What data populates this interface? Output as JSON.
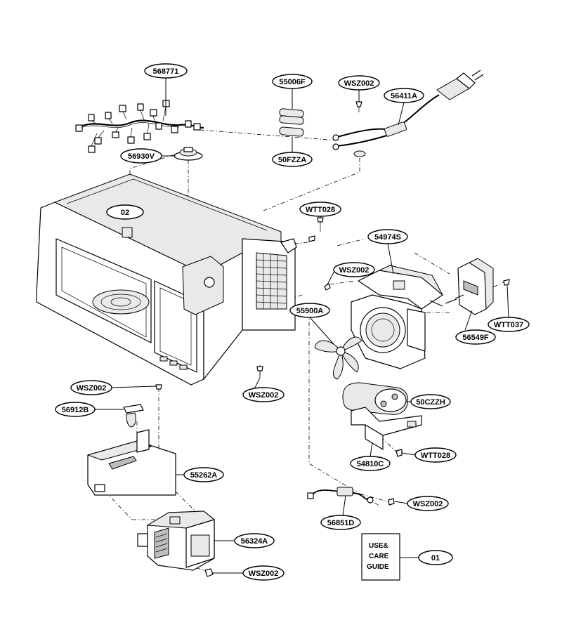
{
  "labels": {
    "harness": "568771",
    "fuse_top": "55006F",
    "screw_top": "WSZ002",
    "cord": "56411A",
    "thermostat": "56930V",
    "fuse_bottom": "50FZZA",
    "cavity": "02",
    "screw_wtt_top": "WTT028",
    "fan_bracket": "54974S",
    "screw_mid": "WSZ002",
    "fan_blade": "55900A",
    "motor": "56549F",
    "screw_wtt037": "WTT037",
    "screw_cavity": "WSZ002",
    "screw_left": "WSZ002",
    "lamp": "56912B",
    "capacitor": "50CZZH",
    "cover": "55262A",
    "cap_bracket": "54810C",
    "screw_wtt_bottom": "WTT028",
    "screw_diode": "WSZ002",
    "diode": "56851D",
    "magnetron": "56324A",
    "screw_bottom": "WSZ002",
    "manual": "01"
  },
  "manual_cover": {
    "line1": "USE&",
    "line2": "CARE",
    "line3": "GUIDE"
  }
}
